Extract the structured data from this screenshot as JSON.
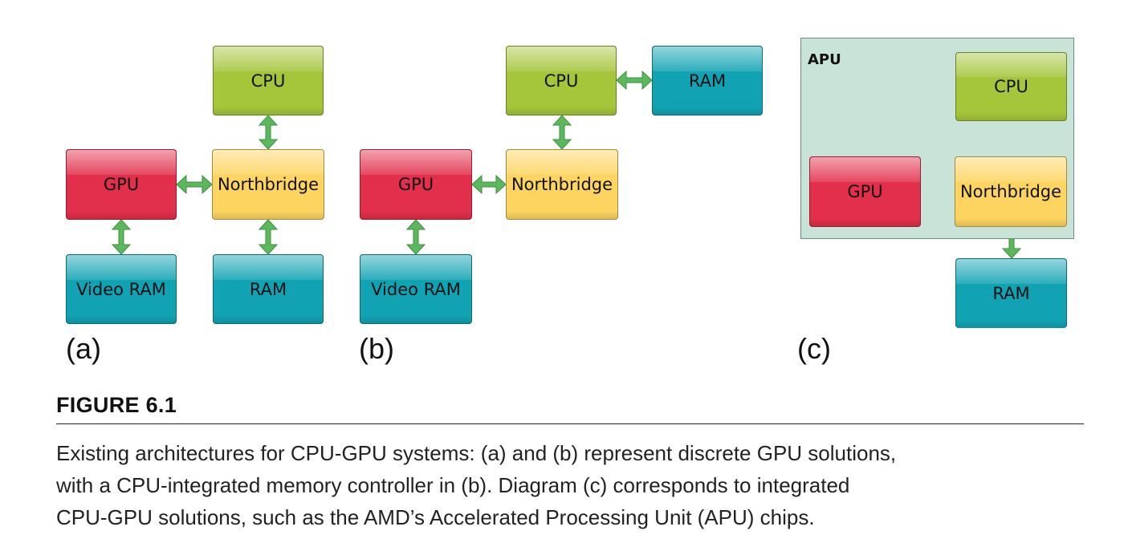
{
  "diagrams": {
    "a": {
      "label": "(a)",
      "cpu": "CPU",
      "gpu": "GPU",
      "northbridge": "Northbridge",
      "video_ram": "Video RAM",
      "ram": "RAM"
    },
    "b": {
      "label": "(b)",
      "cpu": "CPU",
      "ram": "RAM",
      "gpu": "GPU",
      "northbridge": "Northbridge",
      "video_ram": "Video RAM"
    },
    "c": {
      "label": "(c)",
      "apu": "APU",
      "cpu": "CPU",
      "gpu": "GPU",
      "northbridge": "Northbridge",
      "ram": "RAM"
    }
  },
  "colors": {
    "cpu": "#a5c63b",
    "gpu": "#e22f4b",
    "northbridge": "#fcd45f",
    "ram": "#11a3b3",
    "apu": "#c8e4d8",
    "arrow": "#5cb85c"
  },
  "figure": {
    "title": "FIGURE 6.1",
    "caption_lines": [
      "Existing architectures for CPU-GPU systems: (a) and (b) represent discrete GPU solutions,",
      "with a CPU-integrated memory controller in (b). Diagram (c) corresponds to integrated",
      "CPU-GPU solutions, such as the AMD’s Accelerated Processing Unit (APU) chips."
    ]
  }
}
